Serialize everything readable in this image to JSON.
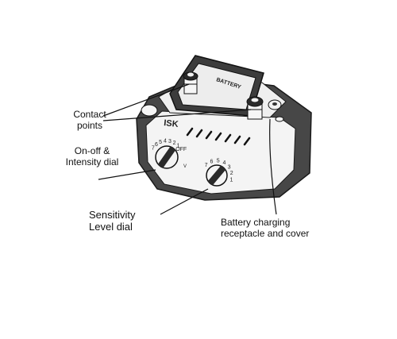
{
  "callouts": {
    "contact_points": [
      "Contact",
      "points"
    ],
    "on_off_dial": [
      "On-off &",
      "Intensity dial"
    ],
    "sensitivity_dial": [
      "Sensitivity",
      "Level dial"
    ],
    "battery": [
      "Battery charging",
      "receptacle and cover"
    ]
  },
  "device": {
    "plate_text": "BATTERY",
    "logo_text": "ISK",
    "dial_left": {
      "numbers": [
        "7",
        "6",
        "5",
        "4",
        "3",
        "2",
        "1",
        "OFF"
      ],
      "mark": "V"
    },
    "dial_right": {
      "numbers": [
        "7",
        "6",
        "5",
        "4",
        "3",
        "2",
        "1"
      ]
    }
  },
  "colors": {
    "device_body": "#4a4a4a",
    "device_face": "#f4f4f4",
    "line": "#1a1a1a"
  }
}
